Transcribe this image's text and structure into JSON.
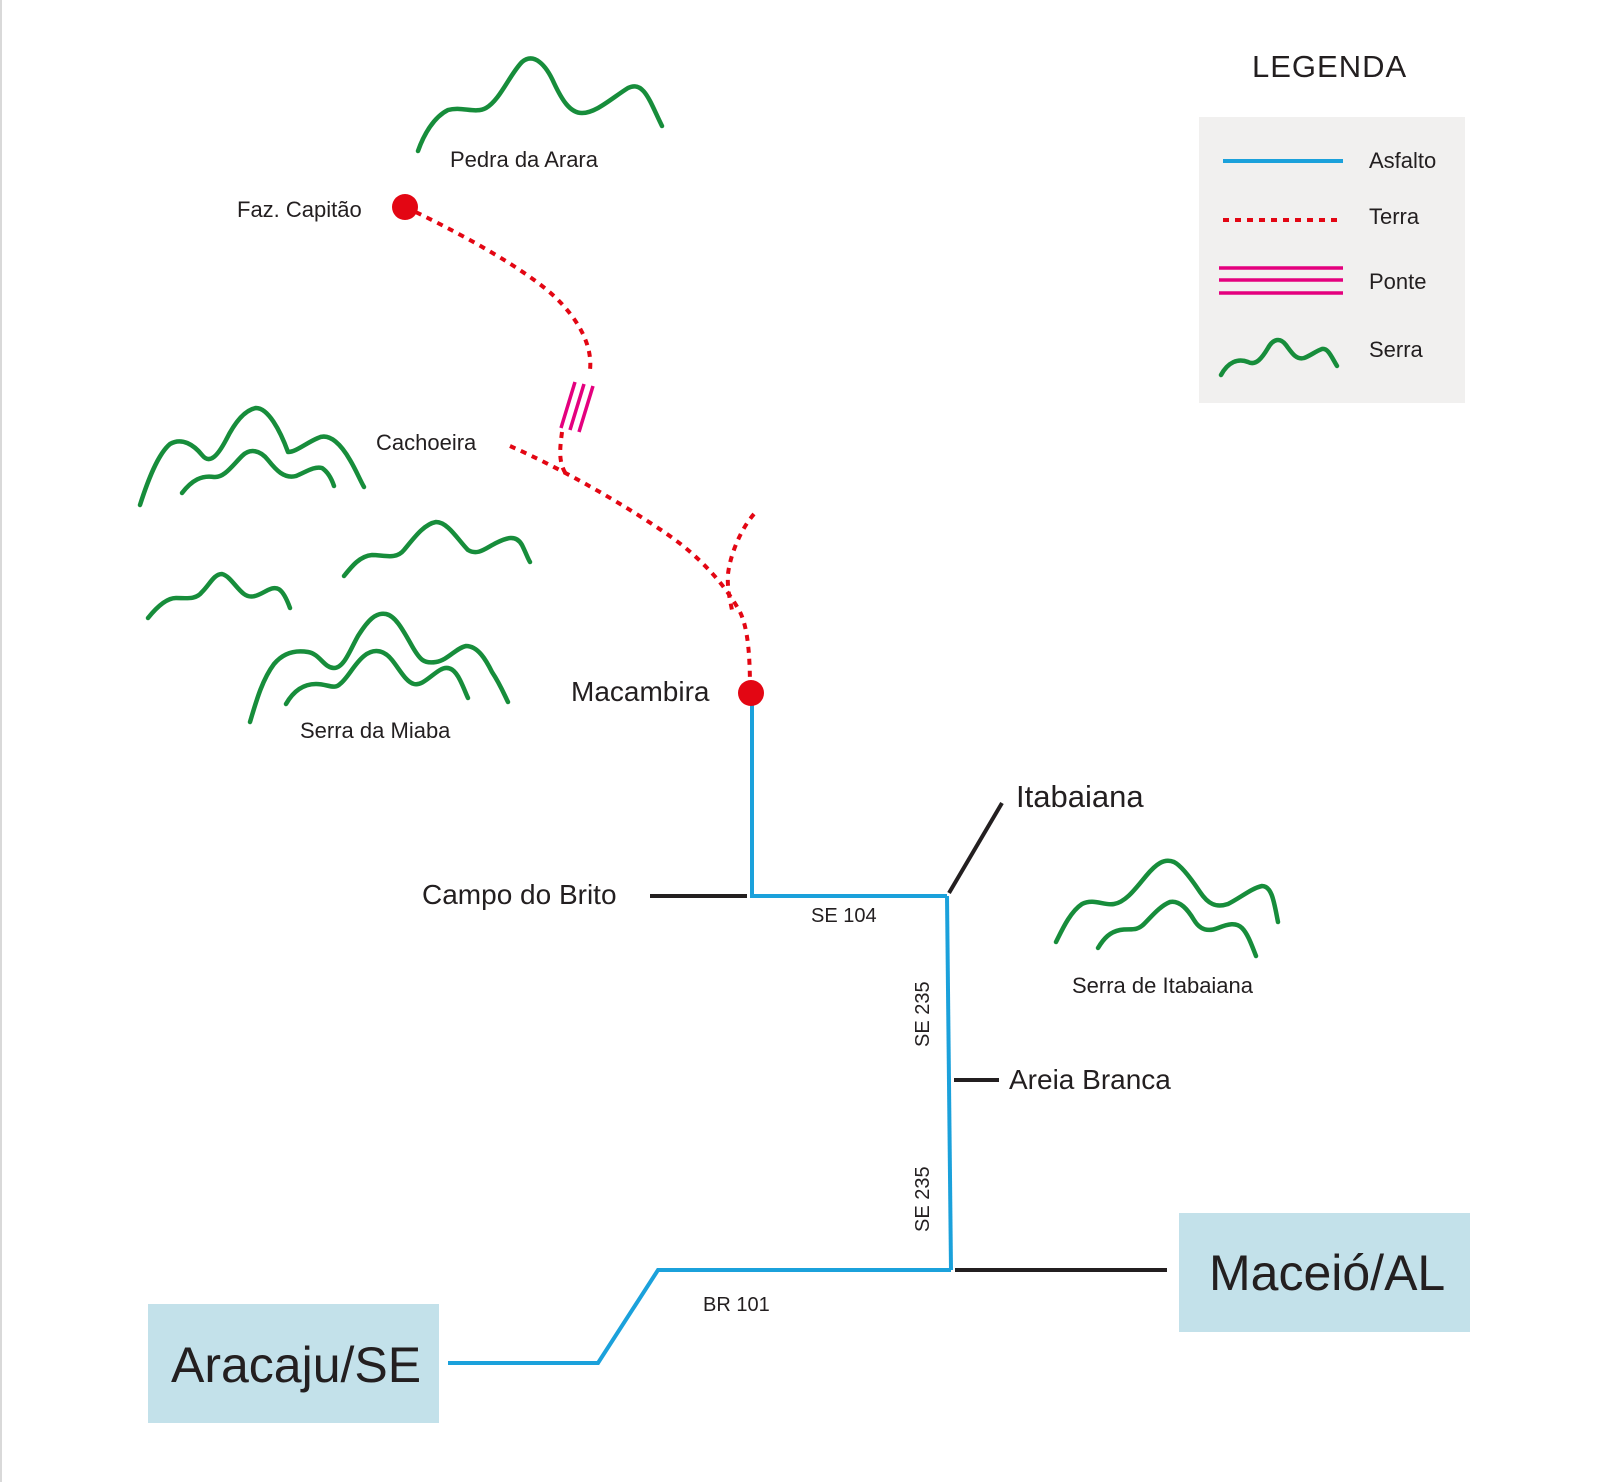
{
  "legend": {
    "title": "LEGENDA",
    "items": [
      {
        "label": "Asfalto",
        "icon": "asphalt-line-icon"
      },
      {
        "label": "Terra",
        "icon": "dirt-road-dashed-icon"
      },
      {
        "label": "Ponte",
        "icon": "bridge-icon"
      },
      {
        "label": "Serra",
        "icon": "mountain-range-icon"
      }
    ]
  },
  "places": {
    "pedra_da_arara": "Pedra da Arara",
    "faz_capitao": "Faz. Capitão",
    "cachoeira": "Cachoeira",
    "macambira": "Macambira",
    "serra_da_miaba": "Serra da Miaba",
    "itabaiana": "Itabaiana",
    "campo_do_brito": "Campo do Brito",
    "serra_de_itabaiana": "Serra de Itabaiana",
    "areia_branca": "Areia Branca",
    "aracaju": "Aracaju/SE",
    "maceio": "Maceió/AL"
  },
  "roads": {
    "se104": "SE 104",
    "se235_upper": "SE 235",
    "se235_lower": "SE 235",
    "br101": "BR 101"
  },
  "colors": {
    "asphalt": "#1ba1db",
    "dirt": "#e30613",
    "bridge": "#e4007e",
    "serra": "#178d3b",
    "city_box": "#c3e1ea",
    "legend_box": "#f1f0ef",
    "access_road": "#231f20"
  }
}
